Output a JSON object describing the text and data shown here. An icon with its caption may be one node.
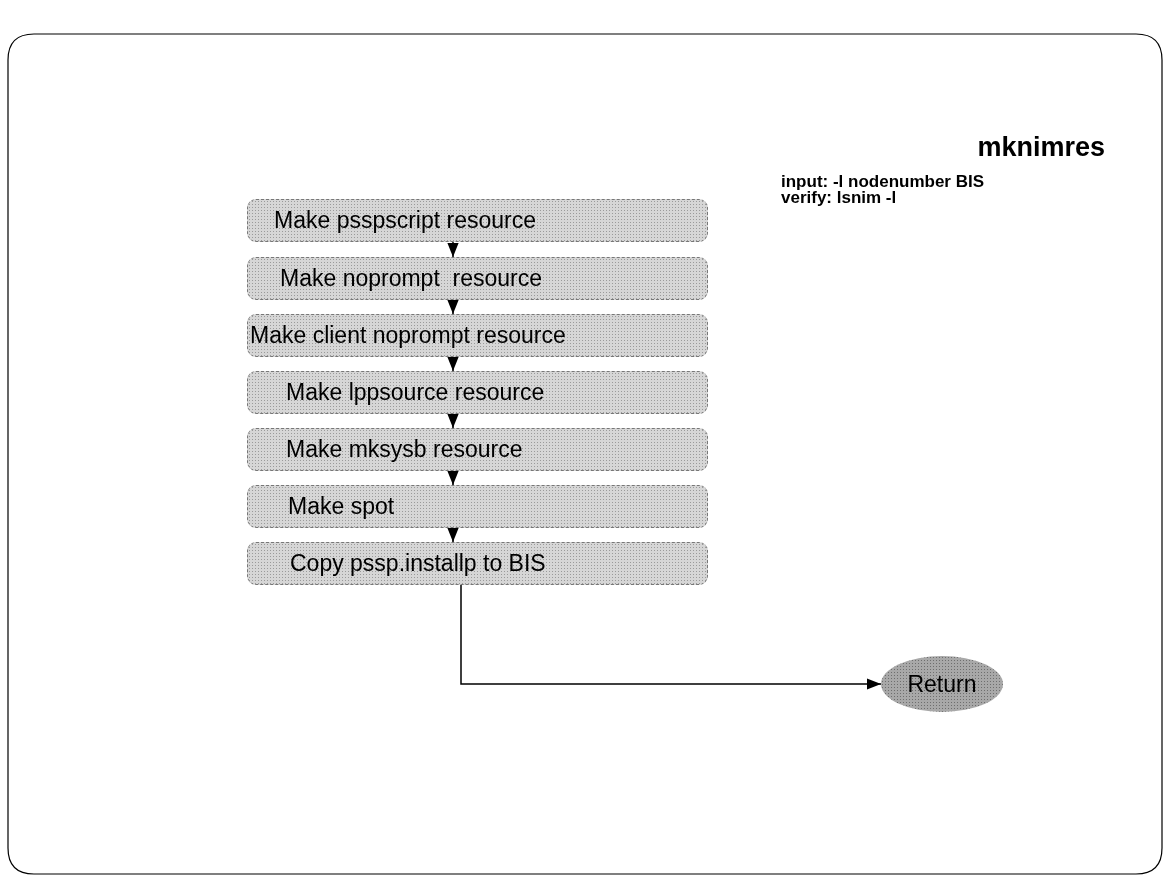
{
  "diagram": {
    "title": "mknimres",
    "nodes": [
      {
        "text": [
          "Make psspscript resource"
        ]
      },
      {
        "text": [
          "Make noprompt  resource"
        ]
      },
      {
        "text": [
          "Make client noprompt resource"
        ]
      },
      {
        "text": [
          "Make lppsource resource"
        ]
      },
      {
        "text": [
          "Make mksysb resource"
        ]
      },
      {
        "text": [
          "Make spot"
        ]
      },
      {
        "text": [
          "Copy pssp.installp to BIS"
        ]
      },
      {
        "text": [
          "Return"
        ]
      }
    ],
    "edges": [
      {
        "from": 0,
        "to": 1,
        "arrow": "to"
      },
      {
        "from": 1,
        "to": 2,
        "arrow": "to"
      },
      {
        "from": 2,
        "to": 3,
        "arrow": "to"
      },
      {
        "from": 3,
        "to": 4,
        "arrow": "to"
      },
      {
        "from": 4,
        "to": 5,
        "arrow": "to"
      },
      {
        "from": 5,
        "to": 6,
        "arrow": "to"
      },
      {
        "from": 6,
        "to": 7,
        "arrow": "to"
      }
    ],
    "labels": [
      "input: -l nodenumber BIS",
      "verify: lsnim -l"
    ]
  }
}
